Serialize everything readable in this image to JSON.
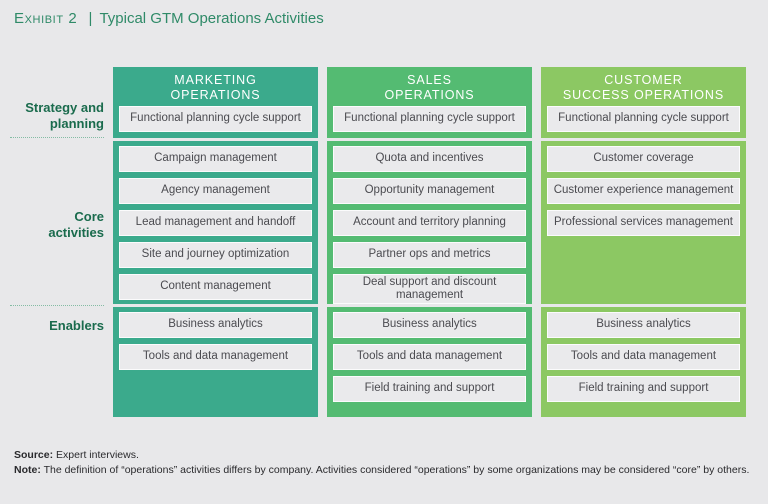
{
  "title": {
    "exhibit": "Exhibit 2",
    "separator": "|",
    "text": "Typical GTM Operations Activities",
    "color": "#2F8A68"
  },
  "row_labels": {
    "strategy": "Strategy and\nplanning",
    "core": "Core\nactivities",
    "enablers": "Enablers"
  },
  "columns": [
    {
      "id": "marketing-operations",
      "header": "MARKETING\nOPERATIONS",
      "color": "#3BAA8C",
      "strategy_items": [
        "Functional planning cycle support"
      ],
      "core_items": [
        "Campaign management",
        "Agency management",
        "Lead management and handoff",
        "Site and journey optimization",
        "Content management"
      ],
      "enabler_items": [
        "Business analytics",
        "Tools and data management"
      ]
    },
    {
      "id": "sales-operations",
      "header": "SALES\nOPERATIONS",
      "color": "#54BB72",
      "strategy_items": [
        "Functional planning cycle support"
      ],
      "core_items": [
        "Quota and incentives",
        "Opportunity management",
        "Account and territory planning",
        "Partner ops and metrics",
        "Deal support and discount management"
      ],
      "enabler_items": [
        "Business analytics",
        "Tools and data management",
        "Field training and support"
      ]
    },
    {
      "id": "customer-success-operations",
      "header": "CUSTOMER\nSUCCESS OPERATIONS",
      "color": "#8CC863",
      "strategy_items": [
        "Functional planning cycle support"
      ],
      "core_items": [
        "Customer coverage",
        "Customer experience management",
        "Professional services management"
      ],
      "enabler_items": [
        "Business analytics",
        "Tools and data management",
        "Field training and support"
      ]
    }
  ],
  "footer": {
    "source_label": "Source:",
    "source_text": " Expert interviews.",
    "note_label": "Note:",
    "note_text": " The definition of “operations” activities differs by company. Activities considered “operations” by some organizations may be considered “core” by others."
  }
}
